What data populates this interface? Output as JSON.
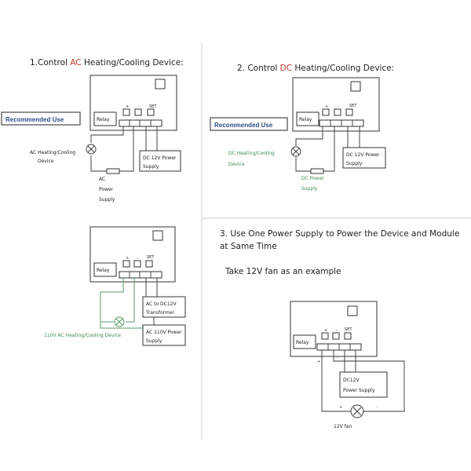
{
  "panel1": {
    "title_prefix": "1.Control ",
    "title_accent": "AC",
    "title_suffix": " Heating/Cooling Device:",
    "badge": "Recommended Use",
    "relay": "Relay",
    "set": "SET",
    "plus": "+",
    "minus": "-",
    "device_label_1": "AC Heating/Cooling",
    "device_label_2": "Device",
    "ac_power_1": "AC",
    "ac_power_2": "Power",
    "ac_power_3": "Supply",
    "psu_1": "DC 12V Power",
    "psu_2": "Supply"
  },
  "panel2": {
    "title_prefix": "2. Control ",
    "title_accent": "DC",
    "title_suffix": " Heating/Cooling Device:",
    "badge": "Recommended Use",
    "relay": "Relay",
    "set": "SET",
    "plus": "+",
    "minus": "-",
    "device_label_1": "DC Heating/Cooling",
    "device_label_2": "Device",
    "dc_power_1": "DC Power",
    "dc_power_2": "Supply",
    "psu_1": "DC 12V Power",
    "psu_2": "Supply"
  },
  "panel3": {
    "relay": "Relay",
    "set": "SET",
    "plus": "+",
    "minus": "-",
    "transformer_1": "AC to DC12V",
    "transformer_2": "Transformer",
    "psu_1": "AC 110V Power",
    "psu_2": "Supply",
    "device_label": "110V AC Heating/Cooling Device"
  },
  "panel4": {
    "title_line1": "3. Use One Power Supply to Power the Device and Module",
    "title_line2": "at Same Time",
    "subtitle": "Take 12V fan as an example",
    "relay": "Relay",
    "set": "SET",
    "plus": "+",
    "minus": "-",
    "psu_1": "DC12V",
    "psu_2": "Power Supply",
    "fan": "12V fan"
  },
  "colors": {
    "accent": "#c0392b",
    "badge_text": "#2c4f8a",
    "wire_green": "#5a9a6a",
    "label_green": "#3f8a55"
  }
}
